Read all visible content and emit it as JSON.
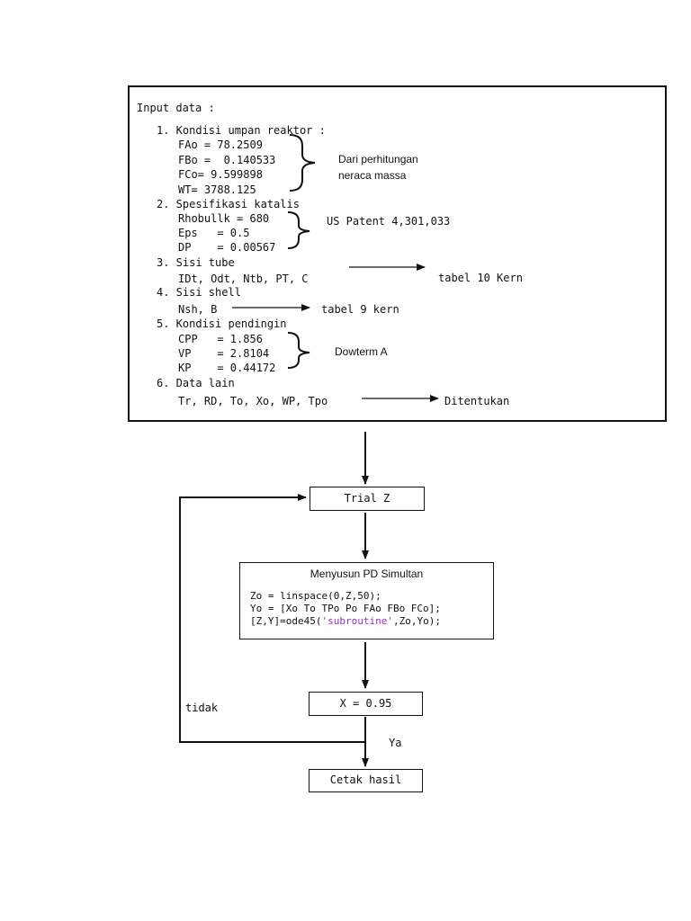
{
  "input_box": {
    "title": "Input data :",
    "sections": [
      {
        "heading": "1. Kondisi umpan reaktor :",
        "lines": [
          "FAo = 78.2509",
          "FBo =  0.140533",
          "FCo= 9.599898",
          "WT= 3788.125"
        ],
        "note_line1": "Dari perhitungan",
        "note_line2": "neraca massa"
      },
      {
        "heading": "2. Spesifikasi katalis",
        "lines": [
          "Rhobullk = 680",
          "Eps   = 0.5",
          "DP    = 0.00567"
        ],
        "note": "US Patent 4,301,033"
      },
      {
        "heading": "3. Sisi tube",
        "lines": [
          "IDt, Odt, Ntb, PT, C"
        ],
        "note": "tabel 10 Kern"
      },
      {
        "heading": "4. Sisi shell",
        "lines": [
          "Nsh, B"
        ],
        "note": "tabel 9 kern"
      },
      {
        "heading": "5. Kondisi pendingin",
        "lines": [
          "CPP   = 1.856",
          "VP    = 2.8104",
          "KP    = 0.44172"
        ],
        "note": "Dowterm A"
      },
      {
        "heading": "6. Data lain",
        "lines": [
          "Tr, RD, To, Xo, WP, Tpo"
        ],
        "note": "Ditentukan"
      }
    ]
  },
  "flow": {
    "trial": "Trial Z",
    "pd_title": "Menyusun PD Simultan",
    "code_line1": "Zo = linspace(0,Z,50);",
    "code_line2": "Yo = [Xo To TPo Po FAo FBo FCo];",
    "code_line3_pre": "[Z,Y]=ode45(",
    "code_line3_str": "'subroutine'",
    "code_line3_post": ",Zo,Yo);",
    "check": "X = 0.95",
    "no_label": "tidak",
    "yes_label": "Ya",
    "print": "Cetak hasil"
  }
}
